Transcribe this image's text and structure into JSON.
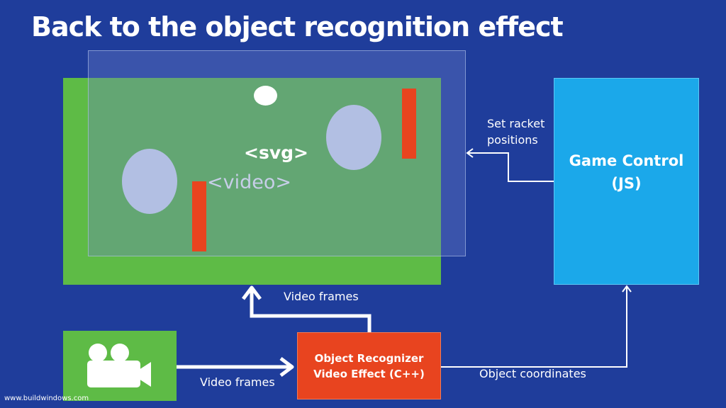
{
  "slide": {
    "title": "Back to the object recognition effect"
  },
  "diagram": {
    "svg_tag": "<svg>",
    "video_tag": "<video>",
    "game_control": {
      "line1": "Game Control",
      "line2": "(JS)"
    },
    "recognizer": {
      "line1": "Object Recognizer",
      "line2": "Video Effect (C++)"
    },
    "camera_icon": "video-camera-icon",
    "labels": {
      "video_frames_top": "Video frames",
      "video_frames_bottom": "Video frames",
      "set_racket_line1": "Set racket",
      "set_racket_line2": "positions",
      "object_coordinates": "Object coordinates"
    }
  },
  "footer": {
    "url": "www.buildwindows.com"
  },
  "colors": {
    "background": "#1f3d9b",
    "video_green": "#5ebb46",
    "game_blue": "#1ba8ea",
    "recognizer_red": "#e8441f",
    "racket_red": "#e8441f",
    "blob": "#b2bfe3"
  }
}
